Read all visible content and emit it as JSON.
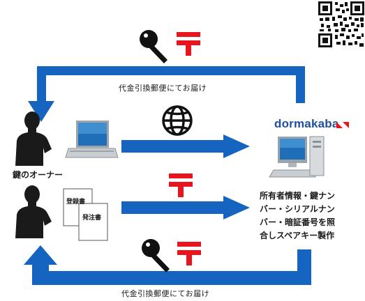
{
  "top_route_label": "代金引換郵便にてお届け",
  "bottom_route_label": "代金引換郵便にてお届け",
  "owner_label": "鍵のオーナー",
  "brand_name": "dormakaba",
  "doc_registration": "登録書",
  "doc_order": "発注書",
  "info_lines": [
    "所有者情報・鍵ナン",
    "バー・シリアルナン",
    "バー・暗証番号を照",
    "合しスペアキー製作"
  ],
  "colors": {
    "arrow_blue": "#1565c0",
    "post_red": "#e8141e",
    "brand_blue": "#1e4f9e",
    "silhouette": "#1a1a1a"
  },
  "icons": [
    "qr-code-icon",
    "key-icon",
    "postal-mark-icon",
    "globe-icon",
    "person-silhouette-icon",
    "laptop-icon",
    "desktop-pc-icon",
    "document-icon"
  ]
}
